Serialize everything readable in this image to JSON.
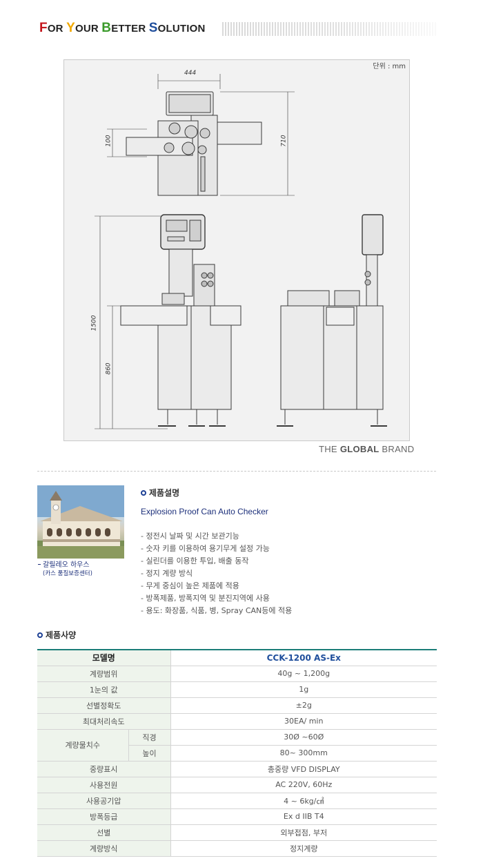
{
  "header": {
    "slogan_parts": [
      {
        "cap": "F",
        "rest": "OR "
      },
      {
        "cap": "Y",
        "rest": "OUR "
      },
      {
        "cap": "B",
        "rest": "ETTER "
      },
      {
        "cap": "S",
        "rest": "OLUTION"
      }
    ]
  },
  "drawing": {
    "unit_label": "단위 : mm",
    "dim_top_width": "444",
    "dim_top_height": "710",
    "dim_side": "100",
    "dim_total_height": "1500",
    "dim_table_height": "860"
  },
  "brand": {
    "prefix": "THE ",
    "bold": "GLOBAL",
    "suffix": " BRAND"
  },
  "photo": {
    "caption_line1": "갈릴레오 하우스",
    "caption_line2": "(카스 품질보증센터)"
  },
  "description": {
    "section_title": "제품설명",
    "product_title": "Explosion Proof Can Auto Checker",
    "features": [
      "- 정전시 날짜 및 시간 보관기능",
      "- 숫자 키를 이용하여 용기무게 설정 가능",
      "- 실린더를 이용한 투입, 배출 동작",
      "- 정지 계량 방식",
      "- 무게 중심이 높은 제품에 적용",
      "- 방폭제품, 방폭지역 및 분진지역에 사용",
      "- 용도: 화장품, 식품, 병, Spray CAN등에 적용"
    ]
  },
  "spec": {
    "section_title": "제품사양",
    "header_label": "모델명",
    "header_value": "CCK-1200 AS-Ex",
    "rows": [
      {
        "label": "계량범위",
        "value": "40g ~ 1,200g"
      },
      {
        "label": "1눈의 값",
        "value": "1g"
      },
      {
        "label": "선별정확도",
        "value": "±2g"
      },
      {
        "label": "최대처리속도",
        "value": "30EA/ min"
      }
    ],
    "group_label": "계량물치수",
    "group_rows": [
      {
        "label": "직경",
        "value": "30Ø ~60Ø"
      },
      {
        "label": "높이",
        "value": "80~ 300mm"
      }
    ],
    "rows2": [
      {
        "label": "중량표시",
        "value": "총중량 VFD DISPLAY"
      },
      {
        "label": "사용전원",
        "value": "AC 220V, 60Hz"
      },
      {
        "label": "사용공기압",
        "value": "4 ~ 6kg/㎠"
      },
      {
        "label": "방폭등급",
        "value": "Ex d IIB T4"
      },
      {
        "label": "선별",
        "value": "외부접점, 부저"
      },
      {
        "label": "계량방식",
        "value": "정지계량"
      }
    ]
  }
}
